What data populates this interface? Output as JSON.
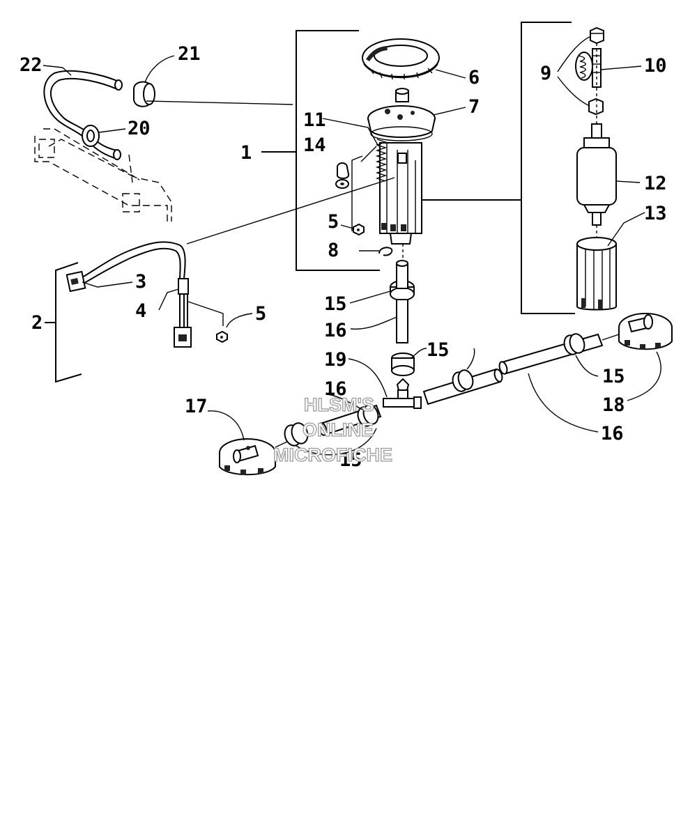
{
  "callouts": {
    "c1": "1",
    "c2": "2",
    "c3": "3",
    "c4": "4",
    "c5a": "5",
    "c5b": "5",
    "c6": "6",
    "c7": "7",
    "c8": "8",
    "c9": "9",
    "c10": "10",
    "c11": "11",
    "c12": "12",
    "c13": "13",
    "c14": "14",
    "c15a": "15",
    "c15b": "15",
    "c15c": "15",
    "c15d": "15",
    "c16a": "16",
    "c16b": "16",
    "c16c": "16",
    "c17": "17",
    "c18": "18",
    "c19": "19",
    "c20": "20",
    "c21": "21",
    "c22": "22"
  },
  "watermark": {
    "line1": "HLSM'S",
    "line2": "ONLINE",
    "line3": "MICROFICHE"
  }
}
